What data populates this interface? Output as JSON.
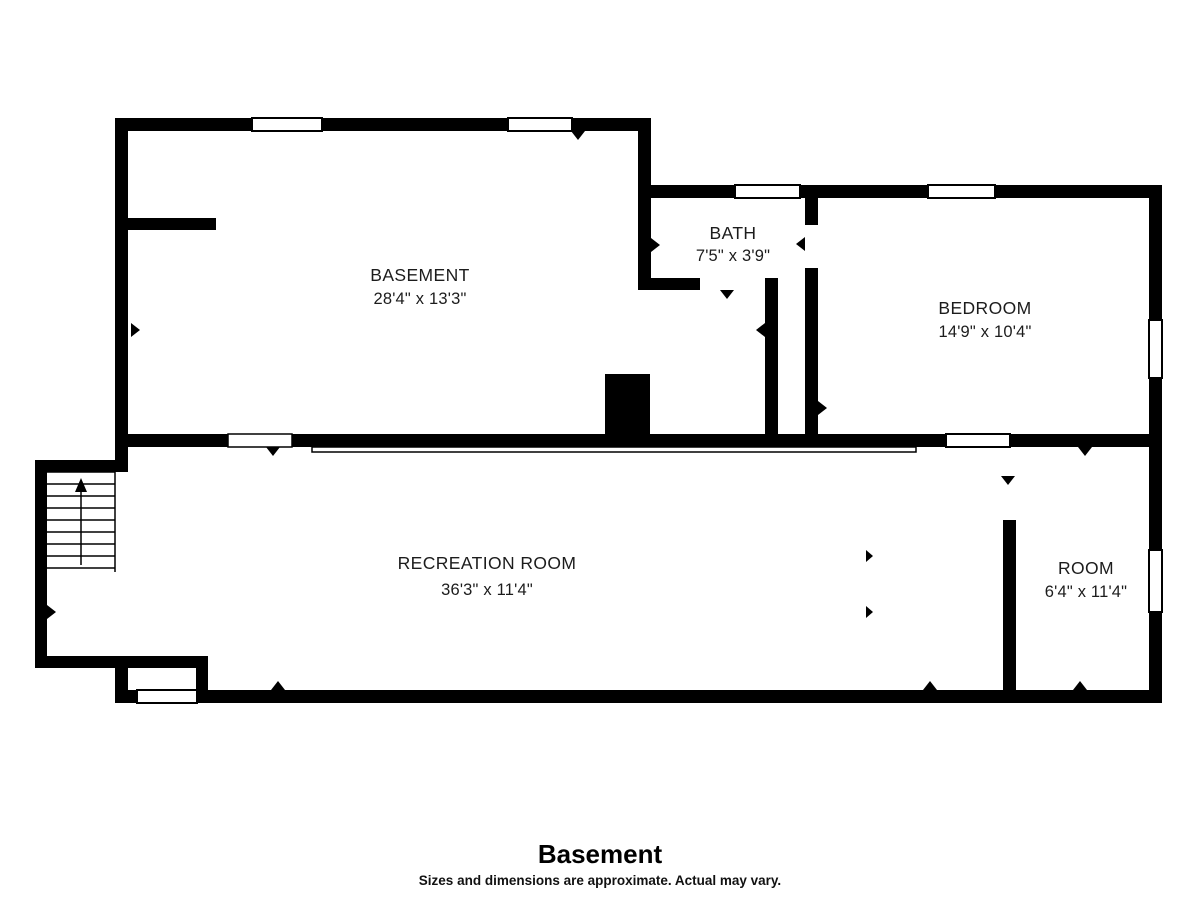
{
  "rooms": {
    "basement": {
      "name": "BASEMENT",
      "dims": "28'4\" x 13'3\""
    },
    "bath": {
      "name": "BATH",
      "dims": "7'5\" x 3'9\""
    },
    "bedroom": {
      "name": "BEDROOM",
      "dims": "14'9\" x 10'4\""
    },
    "recreation": {
      "name": "RECREATION ROOM",
      "dims": "36'3\" x 11'4\""
    },
    "room": {
      "name": "ROOM",
      "dims": "6'4\" x 11'4\""
    }
  },
  "footer": {
    "title": "Basement",
    "disclaimer": "Sizes and dimensions are approximate. Actual may vary."
  },
  "colors": {
    "wall": "#000000",
    "background": "#ffffff",
    "label": "#1c1c1c"
  }
}
